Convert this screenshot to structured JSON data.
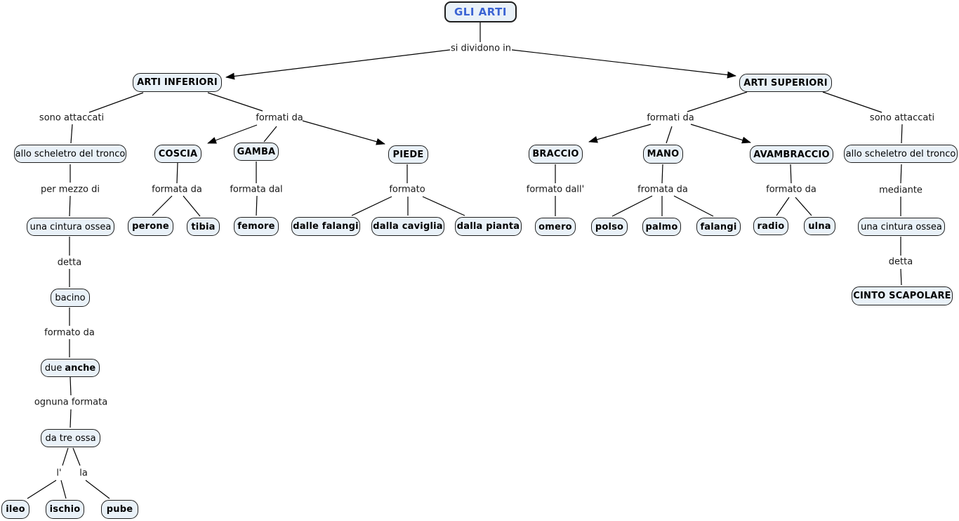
{
  "nodes": {
    "gli_arti": "GLI ARTI",
    "arti_inferiori": "ARTI INFERIORI",
    "arti_superiori": "ARTI SUPERIORI",
    "scheletro_left": "allo scheletro del tronco",
    "coscia": "COSCIA",
    "gamba": "GAMBA",
    "piede": "PIEDE",
    "braccio": "BRACCIO",
    "mano": "MANO",
    "avambraccio": "AVAMBRACCIO",
    "scheletro_right": "allo scheletro del tronco",
    "cintura_left": "una cintura ossea",
    "perone": "perone",
    "tibia": "tibia",
    "femore": "femore",
    "dalle_falangi": "dalle falangi",
    "dalla_caviglia": "dalla caviglia",
    "dalla_pianta": "dalla pianta",
    "omero": "omero",
    "polso": "polso",
    "palmo": "palmo",
    "falangi": "falangi",
    "radio": "radio",
    "ulna": "ulna",
    "cintura_right": "una cintura ossea",
    "bacino": "bacino",
    "cinto_scapolare": "CINTO SCAPOLARE",
    "due_anche_prefix": "due",
    "due_anche_bold": "anche",
    "da_tre_ossa": "da tre ossa",
    "ileo": "ileo",
    "ischio": "ischio",
    "pube": "pube"
  },
  "labels": {
    "si_dividono_in": "si dividono in",
    "sono_attaccati_left": "sono attaccati",
    "formati_da_left": "formati da",
    "formati_da_right": "formati da",
    "sono_attaccati_right": "sono attaccati",
    "per_mezzo_di": "per mezzo di",
    "formata_da": "formata da",
    "formata_dal": "formata dal",
    "formato": "formato",
    "formato_dall": "formato dall'",
    "fromata_da": "fromata da",
    "formato_da_avambraccio": "formato da",
    "mediante": "mediante",
    "detta_left": "detta",
    "detta_right": "detta",
    "formato_da_bacino": "formato da",
    "ognuna_formata": "ognuna formata",
    "l_article": "l'",
    "la_article": "la"
  },
  "colors": {
    "node_fill": "#e9f1f8",
    "node_border": "#1f1f1f",
    "root_text": "#3a63d3",
    "line": "#000000"
  }
}
